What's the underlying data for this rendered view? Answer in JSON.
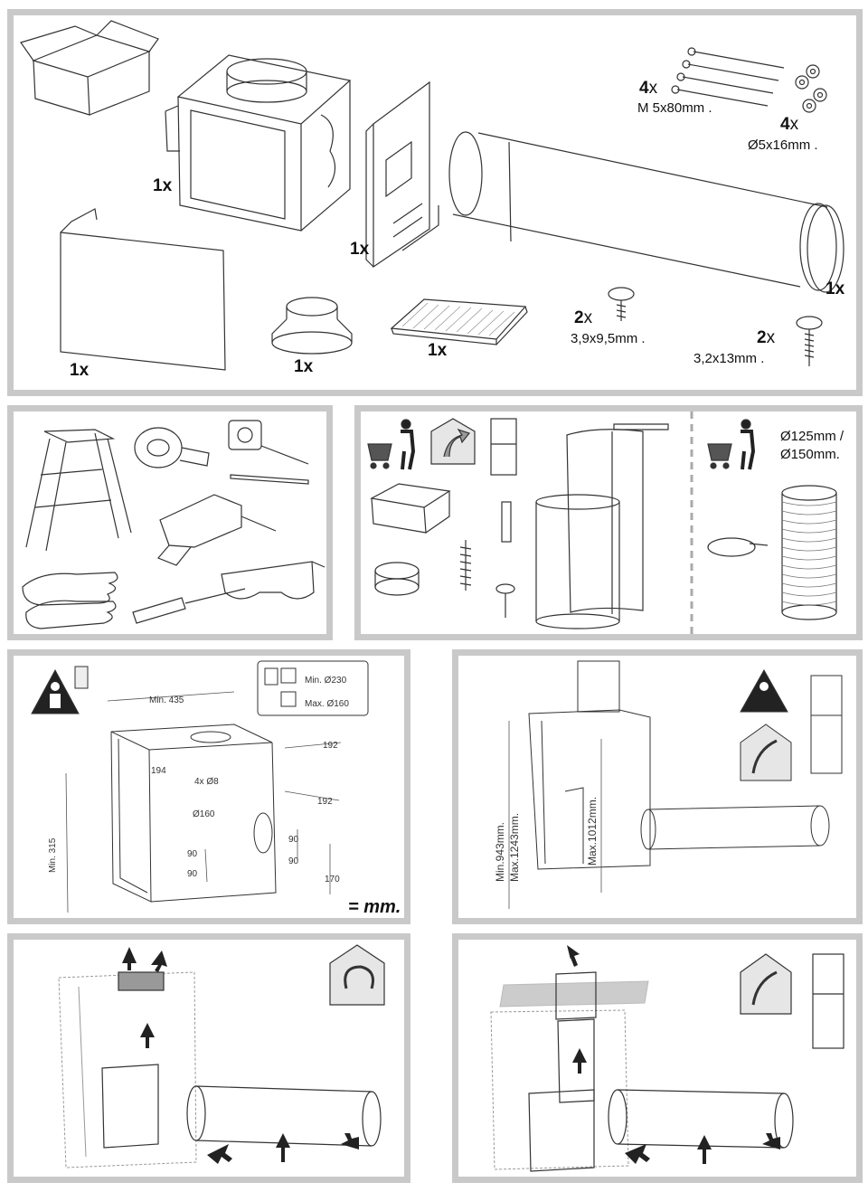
{
  "parts": {
    "screws_m5": {
      "qty_num": "4",
      "qty_x": "x",
      "size": "M 5x80mm ."
    },
    "washers": {
      "qty_num": "4",
      "qty_x": "x",
      "size": "Ø5x16mm ."
    },
    "fan_box": {
      "qty": "1x"
    },
    "wall_bracket": {
      "qty": "1x"
    },
    "telescopic_tube": {
      "qty": "1x"
    },
    "panel": {
      "qty": "1x"
    },
    "reducer": {
      "qty": "1x"
    },
    "filter": {
      "qty": "1x"
    },
    "screws_39": {
      "qty_num": "2",
      "qty_x": "x",
      "size": "3,9x9,5mm ."
    },
    "screws_32": {
      "qty_num": "2",
      "qty_x": "x",
      "size": "3,2x13mm ."
    }
  },
  "optional_pipe": {
    "diameter_line1": "Ø125mm /",
    "diameter_line2": "Ø150mm."
  },
  "install_panel": {
    "min_diameter": "Min. Ø230",
    "max_diameter": "Max. Ø160",
    "min_width": "Min. 435",
    "min_height": "Min. 315",
    "dim_192_top": "192",
    "dim_194": "194",
    "holes": "4x Ø8",
    "dim_192_side": "192",
    "dim_160": "Ø160",
    "dim_90_a": "90",
    "dim_90_b": "90",
    "dim_90_c": "90",
    "dim_90_d": "90",
    "dim_170": "170",
    "unit": "= mm."
  },
  "height_panel": {
    "outer_min": "Min.943mm.",
    "outer_max": "Max.1243mm.",
    "inner_max": "Max.1012mm."
  },
  "colors": {
    "frame": "#c9c9c9",
    "line": "#333333",
    "grey_fill": "#bdbdbd"
  },
  "icons": [
    "warning-person-icon",
    "recirculation-house-icon",
    "ducted-house-icon",
    "shopping-cart-icon"
  ]
}
